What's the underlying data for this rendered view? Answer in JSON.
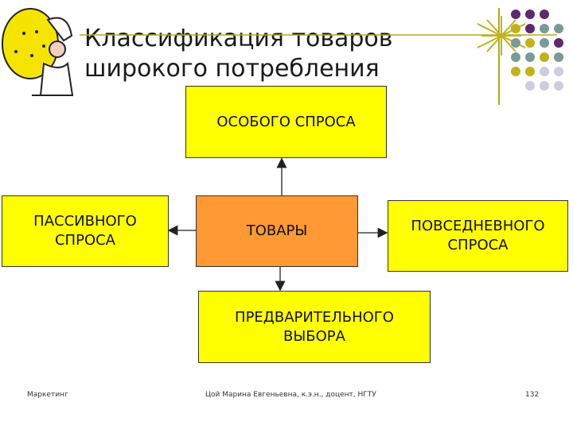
{
  "slide": {
    "title": "Классификация товаров\nширокого потребления"
  },
  "diagram": {
    "center": "ТОВАРЫ",
    "top": "ОСОБОГО СПРОСА",
    "left": "ПАССИВНОГО\nСПРОСА",
    "right": "ПОВСЕДНЕВНОГО\nСПРОСА",
    "bottom": "ПРЕДВАРИТЕЛЬНОГО\nВЫБОРА"
  },
  "footer": {
    "left": "Маркетинг",
    "center": "Цой Марина Евгеньевна, к.э.н., доцент, НГТУ",
    "page": "132"
  },
  "colors": {
    "box_yellow": "#ffff00",
    "box_orange": "#ff9933",
    "dot_purple": "#5c2a6e",
    "dot_teal": "#7a9a98",
    "dot_olive": "#c2b21a",
    "dot_lavender": "#cfcbe0",
    "accent_line": "#b5a81c"
  },
  "icons": {
    "mascot": "lemon-chef-mascot-icon",
    "star": "starburst-icon"
  }
}
